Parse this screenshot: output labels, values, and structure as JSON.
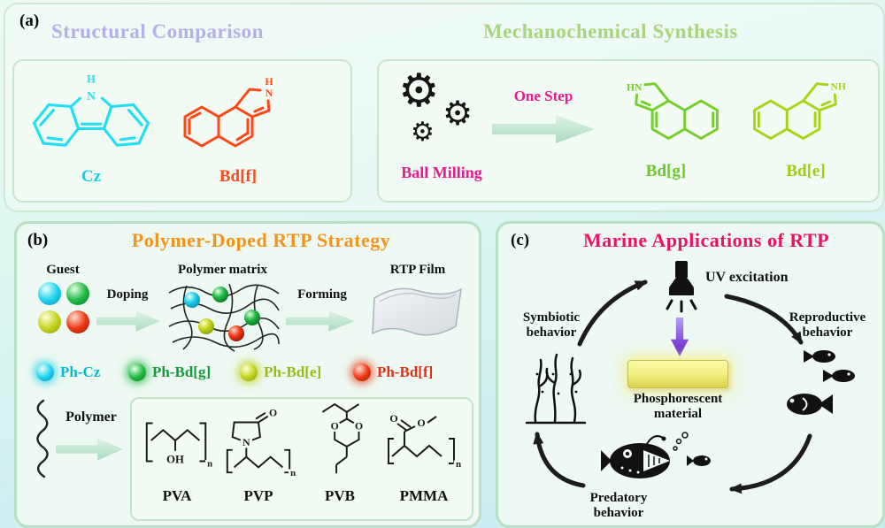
{
  "atoms": {
    "n": "N",
    "h": "H",
    "hn": "HN",
    "nh": "NH",
    "o": "O",
    "oh": "OH"
  },
  "panel_a": {
    "tag": "(a)",
    "structural": {
      "title": "Structural Comparison",
      "cz": "Cz",
      "bdf": "Bd[f]"
    },
    "mechano": {
      "title": "Mechanochemical Synthesis",
      "ball_milling": "Ball Milling",
      "one_step": "One Step",
      "bdg": "Bd[g]",
      "bde": "Bd[e]"
    }
  },
  "panel_b": {
    "tag": "(b)",
    "title": "Polymer-Doped RTP Strategy",
    "guest": "Guest",
    "doping": "Doping",
    "matrix": "Polymer matrix",
    "forming": "Forming",
    "film": "RTP Film",
    "legend": [
      {
        "label": "Ph-Cz",
        "color": "#00bcd0"
      },
      {
        "label": "Ph-Bd[g]",
        "color": "#109c38"
      },
      {
        "label": "Ph-Bd[e]",
        "color": "#9cba10"
      },
      {
        "label": "Ph-Bd[f]",
        "color": "#e62e12"
      }
    ],
    "polymer": "Polymer",
    "polymers": [
      "PVA",
      "PVP",
      "PVB",
      "PMMA"
    ],
    "subscript": "n"
  },
  "panel_c": {
    "tag": "(c)",
    "title": "Marine Applications of RTP",
    "uv": "UV excitation",
    "material": {
      "line1": "Phosphorescent",
      "line2": "material"
    },
    "symbiotic": {
      "line1": "Symbiotic",
      "line2": "behavior"
    },
    "reproductive": {
      "line1": "Reproductive",
      "line2": "behavior"
    },
    "predatory": {
      "line1": "Predatory",
      "line2": "behavior"
    }
  },
  "colors": {
    "background_top": "#edfaf2",
    "background_bottom": "#c8ebf3",
    "structural_title": "#b6b0e8",
    "mechano_title": "#a8d67c",
    "cz": "#10d2ea",
    "bdf": "#ff4716",
    "bdg": "#74ce2a",
    "bde": "#a8d414",
    "magenta": "#ee188e",
    "rtp_title": "#f5941a",
    "marine_title": "#ee1266",
    "panel_border": "#b9dfc5"
  }
}
